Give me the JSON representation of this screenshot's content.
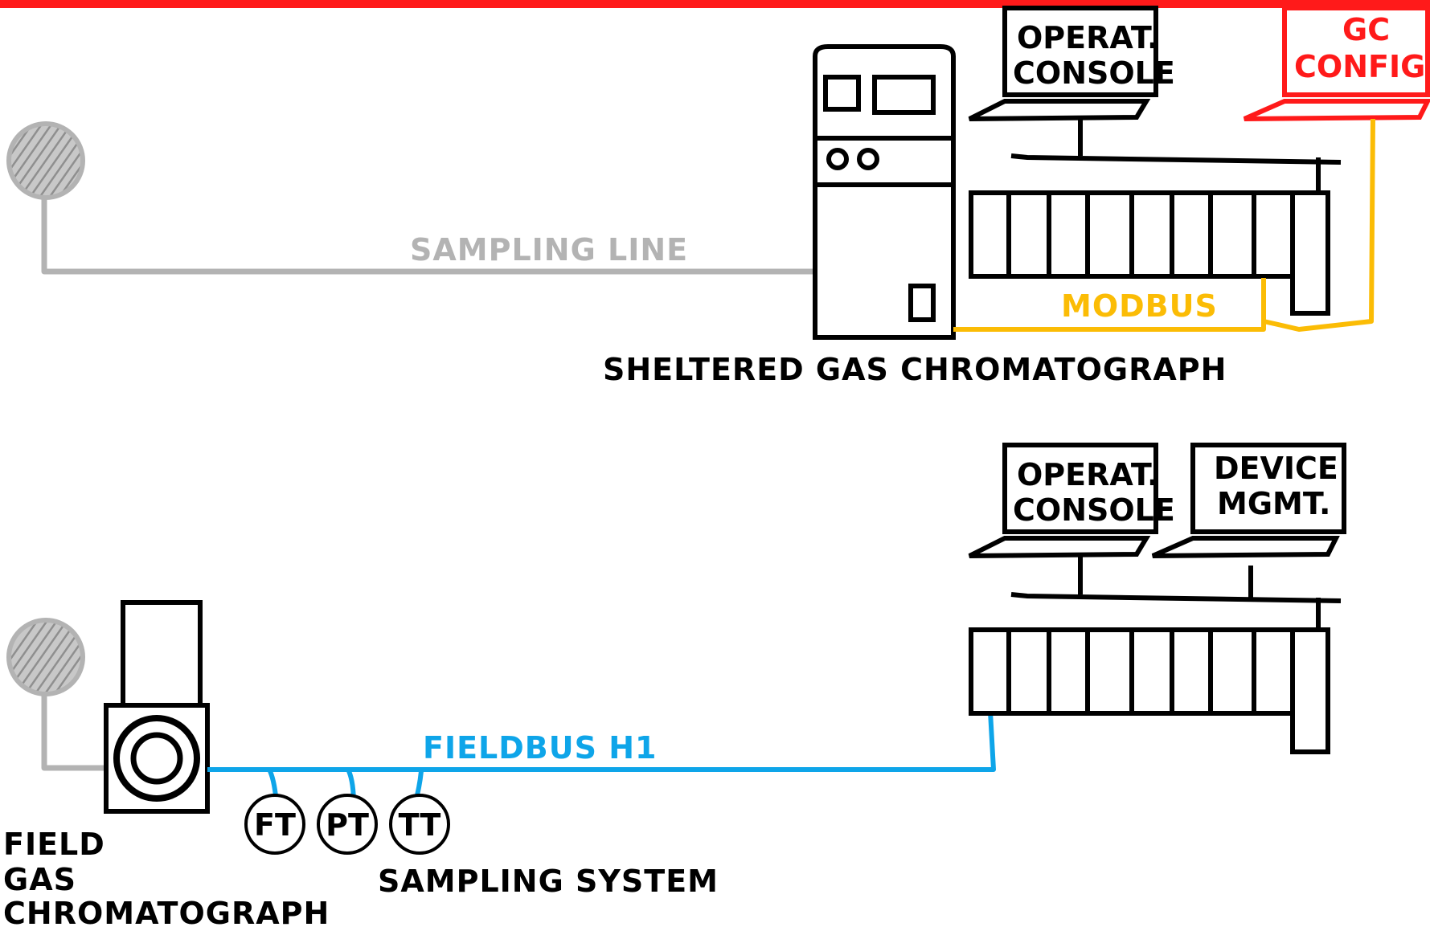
{
  "colors": {
    "ink": "#000000",
    "sampling": "#b3b3b3",
    "modbus": "#fbbc05",
    "fieldbus": "#0ea5e9",
    "highlight": "#ff1a1a"
  },
  "top": {
    "sampling_line_label": "SAMPLING LINE",
    "modbus_label": "MODBUS",
    "gc_label": "SHELTERED GAS CHROMATOGRAPH",
    "console": {
      "line1": "OPERAT.",
      "line2": "CONSOLE"
    },
    "config": {
      "line1": "GC",
      "line2": "CONFIG."
    }
  },
  "bottom": {
    "fieldbus_label": "FIELDBUS H1",
    "console": {
      "line1": "OPERAT.",
      "line2": "CONSOLE"
    },
    "device_mgmt": {
      "line1": "DEVICE",
      "line2": "MGMT."
    },
    "instruments": [
      "FT",
      "PT",
      "TT"
    ],
    "sampling_system_label": "SAMPLING SYSTEM",
    "field_gc_label": {
      "line1": "FIELD",
      "line2": "GAS",
      "line3": "CHROMATOGRAPH"
    }
  }
}
